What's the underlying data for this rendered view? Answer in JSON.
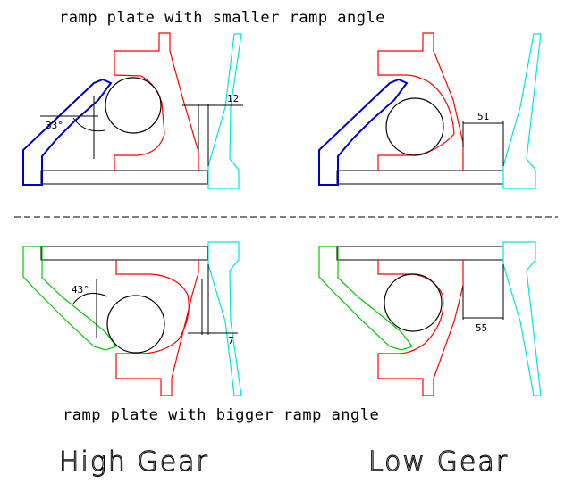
{
  "titles": {
    "top": "ramp plate with smaller ramp angle",
    "bottom": "ramp plate with bigger ramp angle"
  },
  "gear_labels": {
    "high": "High Gear",
    "low": "Low Gear"
  },
  "dimensions": {
    "top_left_angle": "33°",
    "top_left_gap": "12",
    "top_right_gap": "51",
    "bottom_left_angle": "43°",
    "bottom_left_gap": "7",
    "bottom_right_gap": "55"
  },
  "colors": {
    "ramp_small": "#0000cc",
    "ramp_big": "#00cc00",
    "housing": "#ff0000",
    "cone": "#00e5e5",
    "outline": "#000000"
  }
}
